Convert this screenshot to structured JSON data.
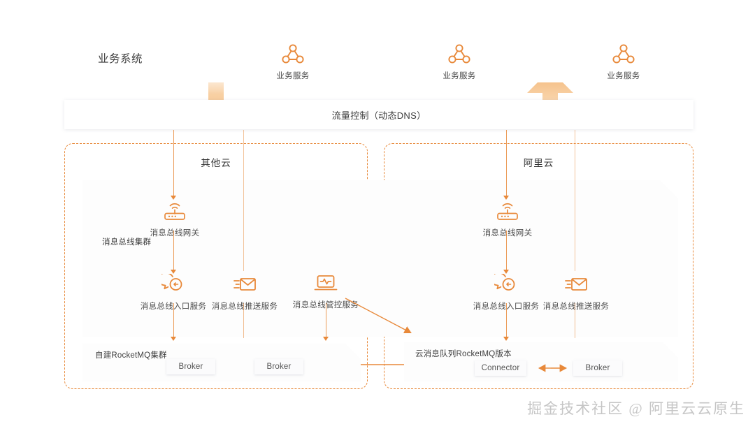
{
  "colors": {
    "accent": "#E8893A",
    "accent_light": "#F7C894",
    "panel": "#ffffff",
    "text": "#3d3d3d",
    "watermark": "#c6c6c6"
  },
  "business_bar": {
    "title": "业务系统",
    "services": [
      {
        "label": "业务服务",
        "icon": "microservice-icon"
      },
      {
        "label": "业务服务",
        "icon": "microservice-icon"
      },
      {
        "label": "业务服务",
        "icon": "microservice-icon"
      }
    ]
  },
  "flow_control": {
    "label": "流量控制（动态DNS）"
  },
  "clouds": [
    {
      "key": "other-cloud",
      "title": "其他云",
      "gateway": {
        "label": "消息总线网关",
        "icon": "router-gateway-icon"
      },
      "cluster_tag": "消息总线集群",
      "services": [
        {
          "label": "消息总线入口服务",
          "icon": "chat-bubble-icon"
        },
        {
          "label": "消息总线推送服务",
          "icon": "envelope-push-icon"
        },
        {
          "label": "消息总线管控服务",
          "icon": "laptop-monitor-icon"
        }
      ],
      "mq": {
        "tag": "自建RocketMQ集群",
        "nodes": [
          "Broker",
          "Broker"
        ]
      }
    },
    {
      "key": "alibaba-cloud",
      "title": "阿里云",
      "gateway": {
        "label": "消息总线网关",
        "icon": "router-gateway-icon"
      },
      "services": [
        {
          "label": "消息总线入口服务",
          "icon": "chat-bubble-icon"
        },
        {
          "label": "消息总线推送服务",
          "icon": "envelope-push-icon"
        }
      ],
      "mq": {
        "tag": "云消息队列RocketMQ版本",
        "nodes": [
          "Connector",
          "Broker"
        ]
      }
    }
  ],
  "watermark": "掘金技术社区 @ 阿里云云原生"
}
